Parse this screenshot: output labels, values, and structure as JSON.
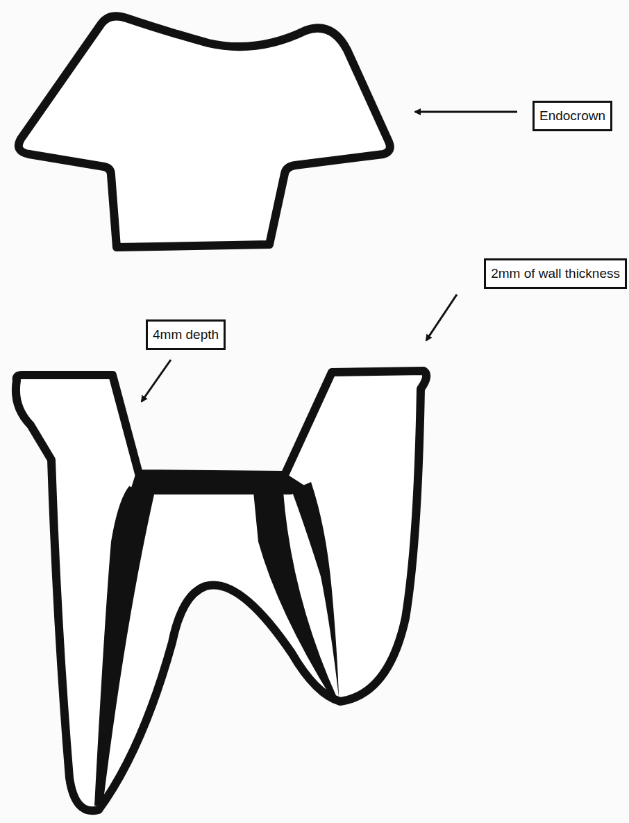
{
  "diagram": {
    "nodes": [
      {
        "text": [
          "Endocrown"
        ]
      },
      {
        "text": [
          "2mm of wall thickness"
        ]
      },
      {
        "text": [
          "4mm depth"
        ]
      }
    ]
  }
}
